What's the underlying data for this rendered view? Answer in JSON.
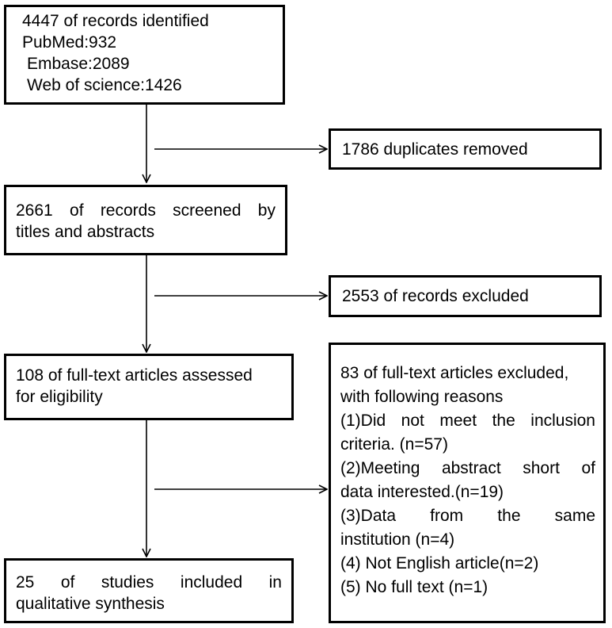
{
  "identification": {
    "total": "4447 of records identified",
    "pubmed": "PubMed:932",
    "embase": "Embase:2089",
    "wos": "Web of science:1426"
  },
  "duplicates": "1786 duplicates removed",
  "screened": {
    "line1": "2661 of records screened by",
    "line2": "titles and abstracts"
  },
  "excluded_records": "2553 of records excluded",
  "assessed": {
    "line1": "108 of full-text articles assessed",
    "line2": "for eligibility"
  },
  "fulltext_excluded": {
    "line1": "83 of full-text articles excluded,",
    "line2": "with following reasons",
    "r1_line1": "(1)Did not meet the inclusion",
    "r1_line2": "criteria. (n=57)",
    "r2_line1": "(2)Meeting abstract short of",
    "r2_line2": "data interested.(n=19)",
    "r3_line1": "(3)Data from the same",
    "r3_line2": "institution (n=4)",
    "r4": "(4) Not English article(n=2)",
    "r5": "(5) No full text (n=1)"
  },
  "included": {
    "line1": "25 of studies included in",
    "line2": "qualitative synthesis"
  }
}
